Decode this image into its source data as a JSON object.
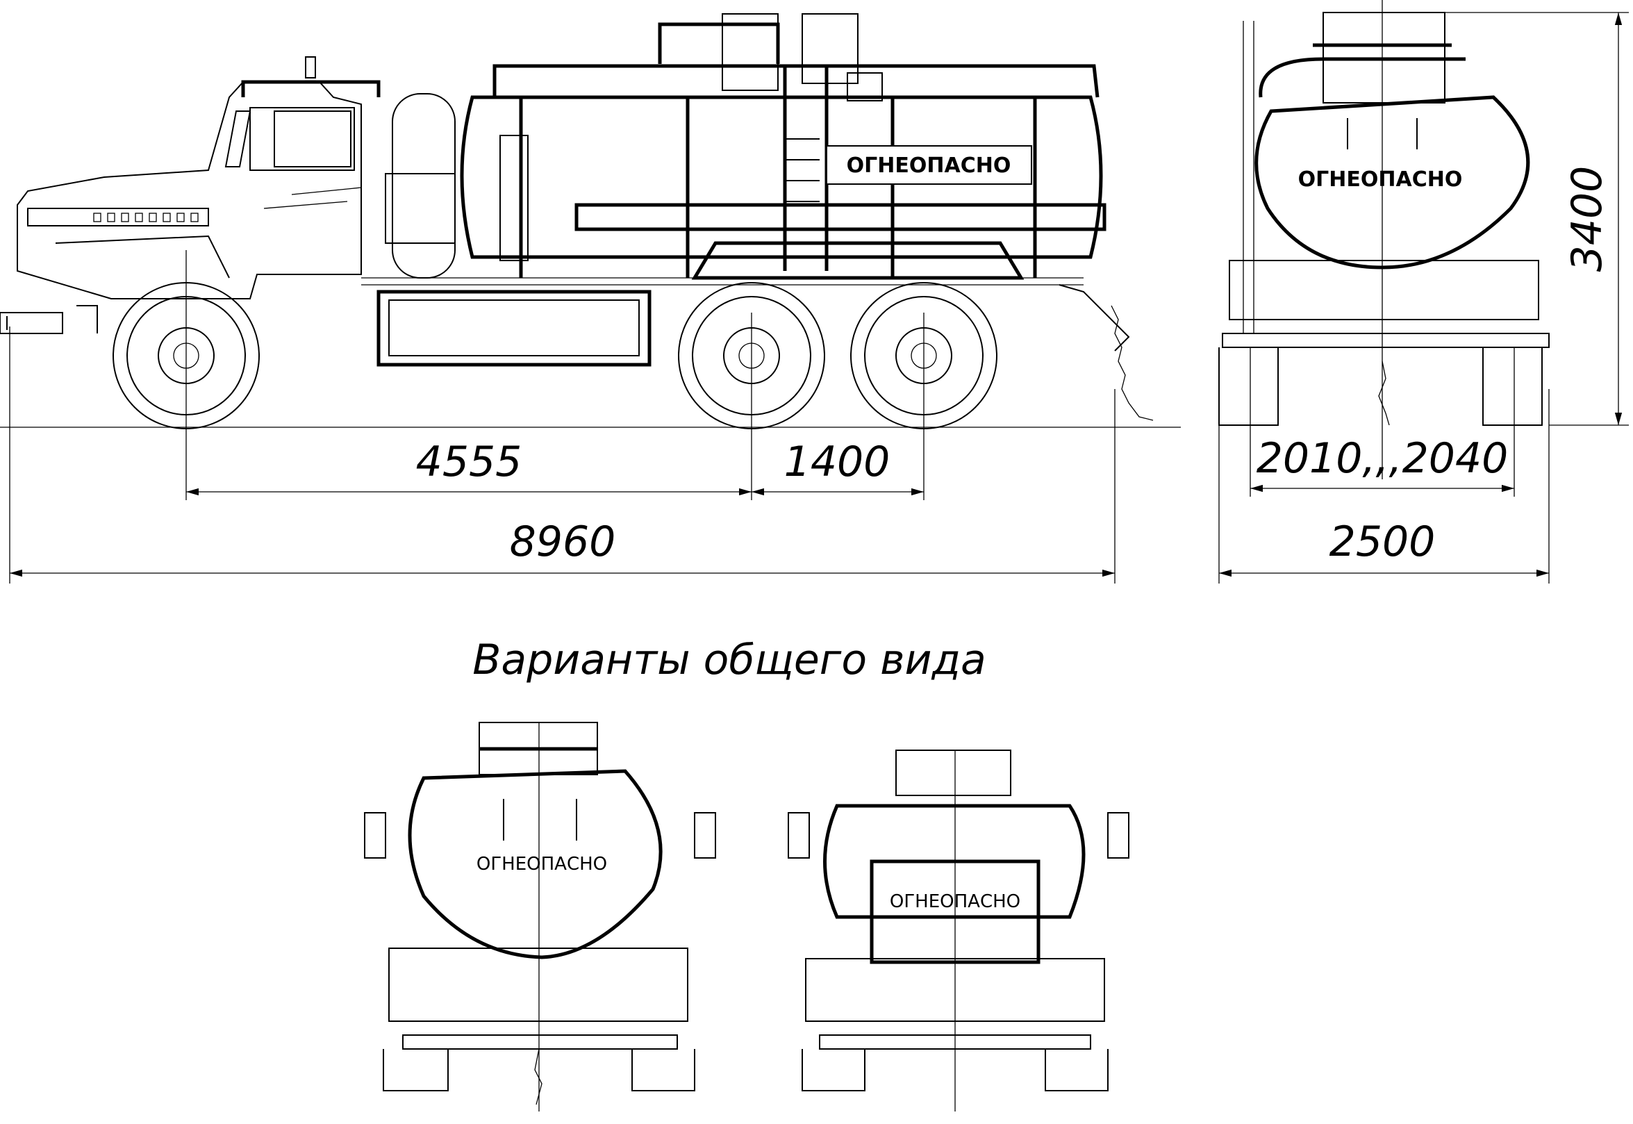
{
  "dimensions": {
    "wheelbase_front": "4555",
    "wheelbase_rear": "1400",
    "overall_length": "8960",
    "track": "2010,,,2040",
    "overall_width": "2500",
    "overall_height": "3400"
  },
  "tank_label": "ОГНЕОПАСНО",
  "caption": "Варианты общего вида"
}
